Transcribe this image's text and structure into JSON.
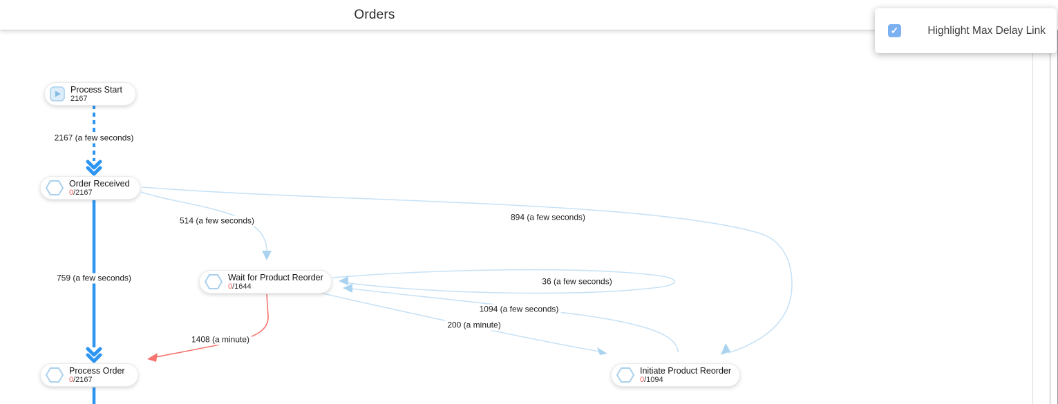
{
  "header": {
    "title": "Orders"
  },
  "panel": {
    "label": "Highlight Max Delay Link",
    "checked": true,
    "check_icon": "✓"
  },
  "colors": {
    "accent_blue": "#2e96f2",
    "edge_light_blue": "#c7e2f6",
    "arrow_light_blue": "#a9d3ef",
    "max_delay_red": "#f8736d",
    "count_active_red": "#f05c56",
    "checkbox_blue": "#7cb1f1"
  },
  "nodes": {
    "process_start": {
      "label": "Process Start",
      "count": "2167",
      "icon": "play"
    },
    "order_received": {
      "label": "Order Received",
      "count_active": "0",
      "count_rest": "/2167",
      "icon": "hexagon"
    },
    "wait_reorder": {
      "label": "Wait for Product Reorder",
      "count_active": "0",
      "count_rest": "/1644",
      "icon": "hexagon"
    },
    "process_order": {
      "label": "Process Order",
      "count_active": "0",
      "count_rest": "/2167",
      "icon": "hexagon"
    },
    "initiate_reorder": {
      "label": "Initiate Product Reorder",
      "count_active": "0",
      "count_rest": "/1094",
      "icon": "hexagon"
    }
  },
  "edges": {
    "start_to_received": {
      "label": "2167 (a few seconds)",
      "style": "blue-dashed"
    },
    "received_to_process": {
      "label": "759 (a few seconds)",
      "style": "blue-thick"
    },
    "received_to_wait": {
      "label": "514 (a few seconds)",
      "style": "light"
    },
    "received_to_initiate": {
      "label": "894 (a few seconds)",
      "style": "light"
    },
    "wait_self_loop": {
      "label": "36 (a few seconds)",
      "style": "light"
    },
    "initiate_to_wait": {
      "label": "1094 (a few seconds)",
      "style": "light"
    },
    "wait_to_initiate": {
      "label": "200 (a minute)",
      "style": "light"
    },
    "wait_to_process_max_delay": {
      "label": "1408 (a minute)",
      "style": "red-max-delay"
    }
  }
}
